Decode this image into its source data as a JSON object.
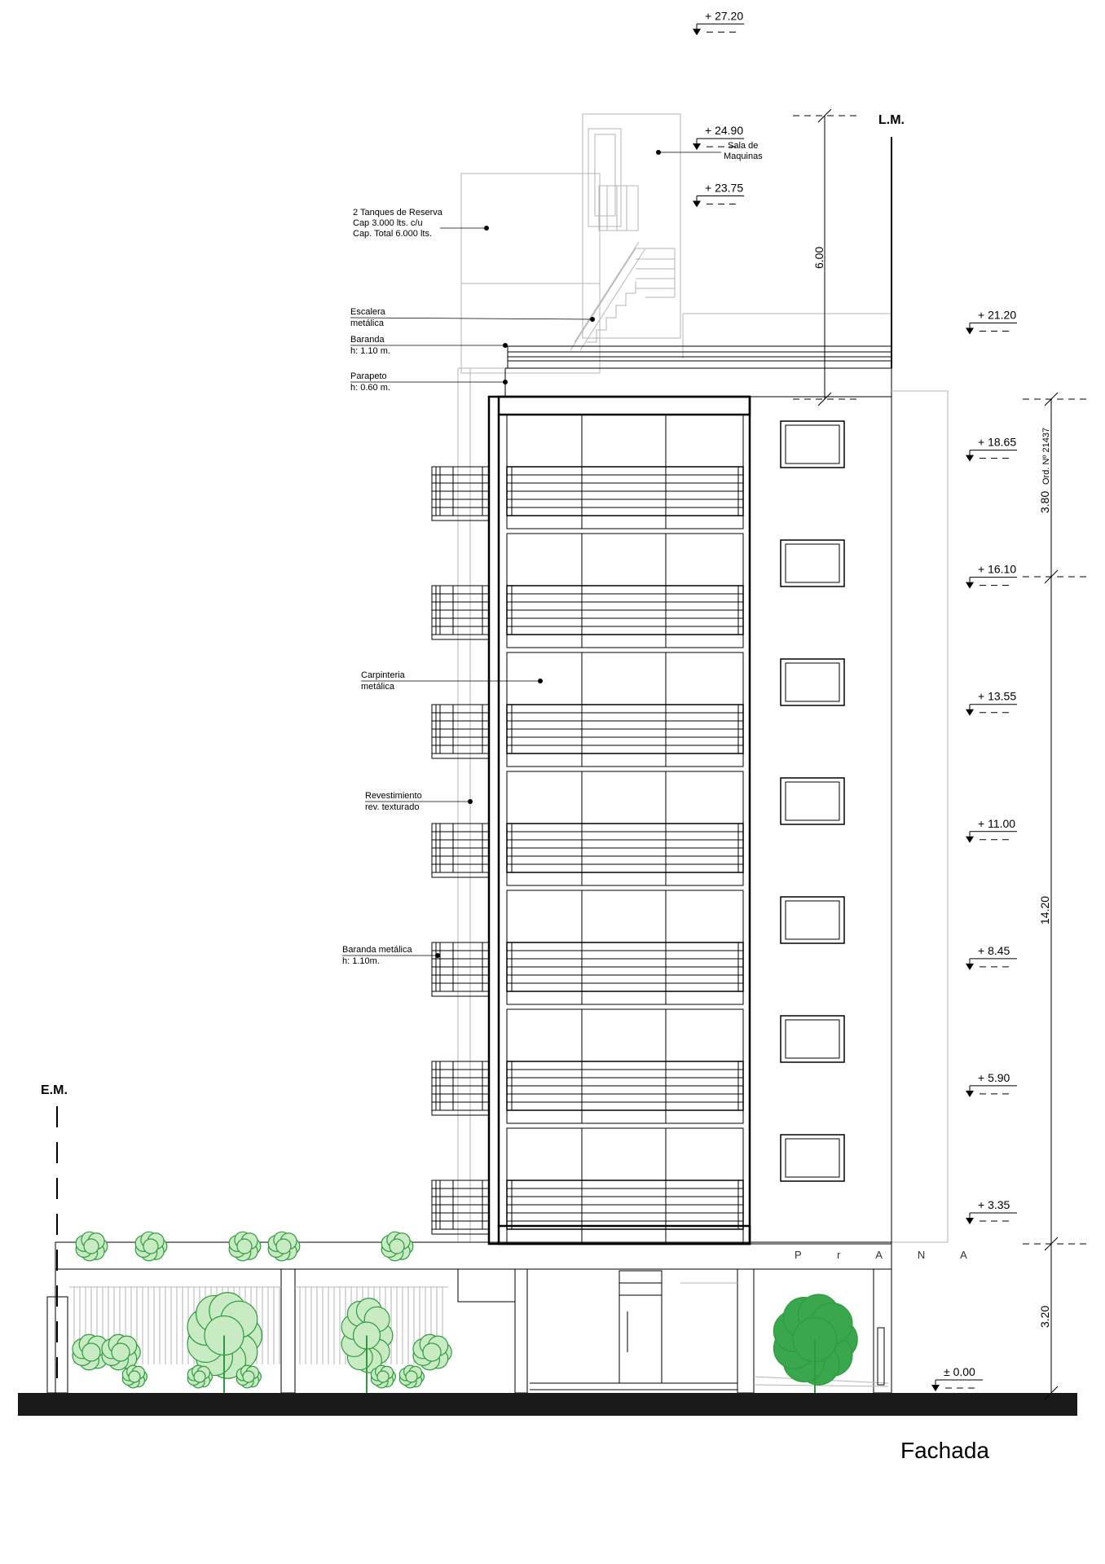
{
  "title": "Fachada",
  "brand": "P r A N A",
  "marks": {
    "lm": "L.M.",
    "em": "E.M."
  },
  "levels": [
    "+ 27.20",
    "+ 24.90",
    "+ 23.75",
    "+ 21.20",
    "+ 18.65",
    "+ 16.10",
    "+ 13.55",
    "+ 11.00",
    "+ 8.45",
    "+ 5.90",
    "+ 3.35",
    "± 0.00"
  ],
  "dimensions": {
    "upper": "6.00",
    "d380": "3.80",
    "ord": "Ord. Nº 21437",
    "d1420": "14.20",
    "d320": "3.20"
  },
  "annotations": {
    "sala": [
      "Sala de",
      "Maquinas"
    ],
    "tanques": [
      "2 Tanques de Reserva",
      "Cap 3.000 lts. c/u",
      "Cap. Total 6.000 lts."
    ],
    "escalera": [
      "Escalera",
      "metálica"
    ],
    "baranda": [
      "Baranda",
      "h: 1.10 m."
    ],
    "parapeto": [
      "Parapeto",
      "h: 0.60 m."
    ],
    "carpinteria": [
      "Carpinteria",
      "metálica"
    ],
    "revestimiento": [
      "Revestimiento",
      "rev. texturado"
    ],
    "baranda_metalica": [
      "Baranda metálica",
      "h: 1.10m."
    ]
  },
  "colors": {
    "line": "#000000",
    "light_line": "#b5b5b5",
    "ground": "#1a1a1a",
    "tree_fill": "#c8ebc3",
    "tree_stroke": "#2e9b3e",
    "tree_dark": "#3aa64d"
  }
}
